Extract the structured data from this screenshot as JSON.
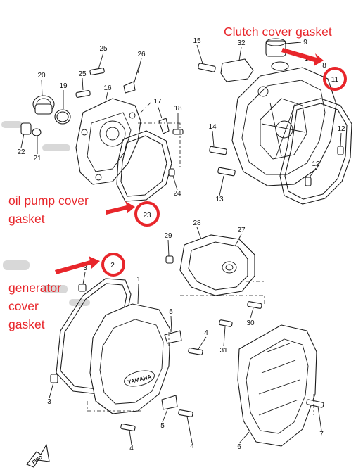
{
  "annotations": {
    "clutch": "Clutch cover gasket",
    "oil_line1": "oil pump cover",
    "oil_line2": "gasket",
    "gen_line1": "generator",
    "gen_line2": "cover",
    "gen_line3": "gasket"
  },
  "callouts": {
    "n1": "1",
    "n2": "2",
    "n3a": "3",
    "n3b": "3",
    "n4a": "4",
    "n4b": "4",
    "n4c": "4",
    "n5a": "5",
    "n5b": "5",
    "n6": "6",
    "n7": "7",
    "n8": "8",
    "n9": "9",
    "n10": "10",
    "n11": "11",
    "n12a": "12",
    "n12b": "12",
    "n13": "13",
    "n14": "14",
    "n15": "15",
    "n16": "16",
    "n17": "17",
    "n18": "18",
    "n19": "19",
    "n20": "20",
    "n21": "21",
    "n22": "22",
    "n23": "23",
    "n24": "24",
    "n25a": "25",
    "n25b": "25",
    "n26": "26",
    "n27": "27",
    "n28": "28",
    "n29": "29",
    "n30": "30",
    "n31": "31",
    "n32": "32"
  },
  "brand_mark": "YAMAHA",
  "fwd_label": "FWD",
  "colors": {
    "highlight": "#e8262b",
    "lineart": "#1a1a1a",
    "background": "#ffffff"
  }
}
